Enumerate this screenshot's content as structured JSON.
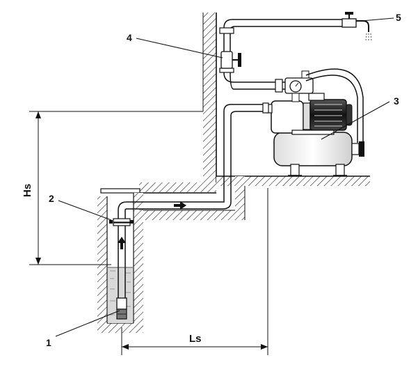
{
  "labels": {
    "n1": "1",
    "n2": "2",
    "n3": "3",
    "n4": "4",
    "n5": "5",
    "hs": "Hs",
    "ls": "Ls"
  }
}
